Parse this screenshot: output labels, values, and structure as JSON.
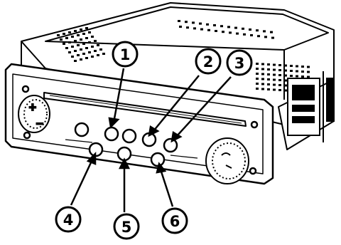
{
  "diagram": {
    "callouts": [
      {
        "id": "1",
        "label": "1"
      },
      {
        "id": "2",
        "label": "2"
      },
      {
        "id": "3",
        "label": "3"
      },
      {
        "id": "4",
        "label": "4"
      },
      {
        "id": "5",
        "label": "5"
      },
      {
        "id": "6",
        "label": "6"
      }
    ],
    "knob_left_symbols": {
      "plus": "+",
      "minus": "−"
    },
    "colors": {
      "ink": "#000000",
      "paper": "#ffffff",
      "shade": "#cfcfcf"
    }
  }
}
